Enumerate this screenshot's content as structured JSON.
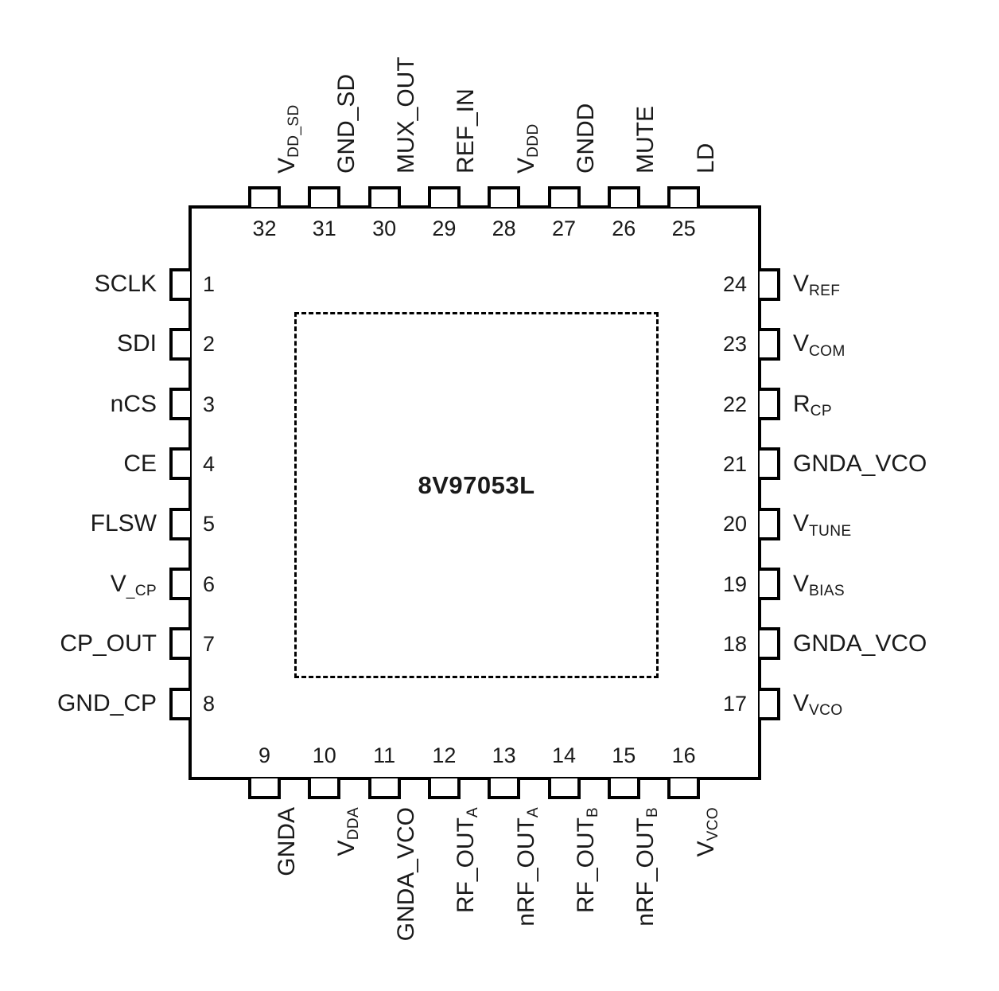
{
  "diagram": {
    "part_number": "8V97053L",
    "package_pin_count": 32,
    "ink_color": "#1a1a1a"
  },
  "pins": {
    "left": [
      {
        "number": "1",
        "label_html": "SCLK"
      },
      {
        "number": "2",
        "label_html": "SDI"
      },
      {
        "number": "3",
        "label_html": "nCS"
      },
      {
        "number": "4",
        "label_html": "CE"
      },
      {
        "number": "5",
        "label_html": "FLSW"
      },
      {
        "number": "6",
        "label_html": "V<sub>_CP</sub>"
      },
      {
        "number": "7",
        "label_html": "CP_OUT"
      },
      {
        "number": "8",
        "label_html": "GND_CP"
      }
    ],
    "bottom": [
      {
        "number": "9",
        "label_html": "GNDA"
      },
      {
        "number": "10",
        "label_html": "V<sub>DDA</sub>"
      },
      {
        "number": "11",
        "label_html": "GNDA_VCO"
      },
      {
        "number": "12",
        "label_html": "RF_OUT<sub>A</sub>"
      },
      {
        "number": "13",
        "label_html": "nRF_OUT<sub>A</sub>"
      },
      {
        "number": "14",
        "label_html": "RF_OUT<sub>B</sub>"
      },
      {
        "number": "15",
        "label_html": "nRF_OUT<sub>B</sub>"
      },
      {
        "number": "16",
        "label_html": "V<sub>VCO</sub>"
      }
    ],
    "right": [
      {
        "number": "17",
        "label_html": "V<sub>VCO</sub>"
      },
      {
        "number": "18",
        "label_html": "GNDA_VCO"
      },
      {
        "number": "19",
        "label_html": "V<sub>BIAS</sub>"
      },
      {
        "number": "20",
        "label_html": "V<sub>TUNE</sub>"
      },
      {
        "number": "21",
        "label_html": "GNDA_VCO"
      },
      {
        "number": "22",
        "label_html": "R<sub>CP</sub>"
      },
      {
        "number": "23",
        "label_html": "V<sub>COM</sub>"
      },
      {
        "number": "24",
        "label_html": "V<sub>REF</sub>"
      }
    ],
    "top": [
      {
        "number": "25",
        "label_html": "LD"
      },
      {
        "number": "26",
        "label_html": "MUTE"
      },
      {
        "number": "27",
        "label_html": "GNDD"
      },
      {
        "number": "28",
        "label_html": "V<sub>DDD</sub>"
      },
      {
        "number": "29",
        "label_html": "REF_IN"
      },
      {
        "number": "30",
        "label_html": "MUX_OUT"
      },
      {
        "number": "31",
        "label_html": "GND_SD"
      },
      {
        "number": "32",
        "label_html": "V<sub>DD_SD</sub>"
      }
    ]
  }
}
